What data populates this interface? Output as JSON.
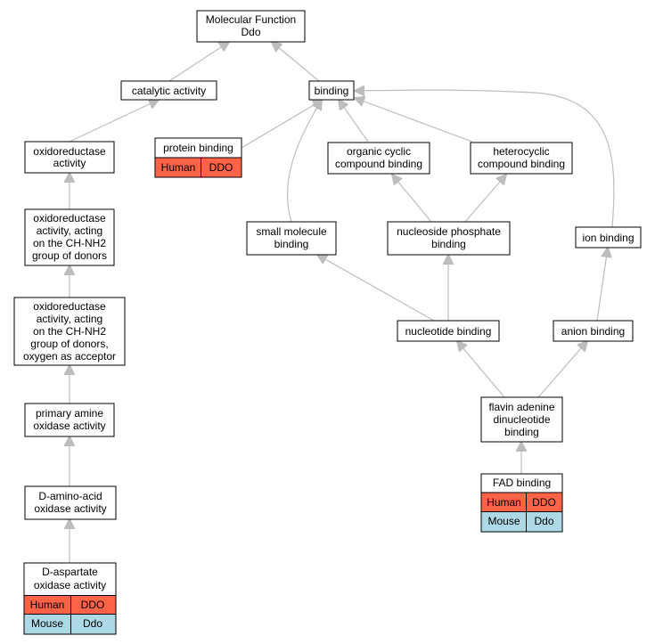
{
  "nodes": {
    "mf": [
      "Molecular Function",
      "Ddo"
    ],
    "catalytic": [
      "catalytic activity"
    ],
    "binding": [
      "binding"
    ],
    "oxidoreductase": [
      "oxidoreductase",
      "activity"
    ],
    "protein_binding": [
      "protein binding"
    ],
    "organic_cyclic": [
      "organic cyclic",
      "compound binding"
    ],
    "heterocyclic": [
      "heterocyclic",
      "compound binding"
    ],
    "oxido_ch_nh2": [
      "oxidoreductase",
      "activity, acting",
      "on the CH-NH2",
      "group of donors"
    ],
    "small_molecule": [
      "small molecule",
      "binding"
    ],
    "nucleoside_phosphate": [
      "nucleoside phosphate",
      "binding"
    ],
    "ion_binding": [
      "ion binding"
    ],
    "oxido_oxygen": [
      "oxidoreductase",
      "activity, acting",
      "on the CH-NH2",
      "group of donors,",
      "oxygen as acceptor"
    ],
    "nucleotide_binding": [
      "nucleotide binding"
    ],
    "anion_binding": [
      "anion binding"
    ],
    "primary_amine": [
      "primary amine",
      "oxidase activity"
    ],
    "fad_dinucleotide": [
      "flavin adenine",
      "dinucleotide",
      "binding"
    ],
    "fad_binding": [
      "FAD binding"
    ],
    "d_amino": [
      "D-amino-acid",
      "oxidase activity"
    ],
    "d_aspartate": [
      "D-aspartate",
      "oxidase activity"
    ]
  },
  "annotations": {
    "protein_binding": [
      {
        "species": "Human",
        "gene": "DDO",
        "color": "#ff6347"
      }
    ],
    "fad_binding": [
      {
        "species": "Human",
        "gene": "DDO",
        "color": "#ff6347"
      },
      {
        "species": "Mouse",
        "gene": "Ddo",
        "color": "#add8e6"
      }
    ],
    "d_aspartate": [
      {
        "species": "Human",
        "gene": "DDO",
        "color": "#ff6347"
      },
      {
        "species": "Mouse",
        "gene": "Ddo",
        "color": "#add8e6"
      }
    ]
  },
  "colors": {
    "edge": "#bdbdbd",
    "human": "#ff6347",
    "mouse": "#add8e6"
  }
}
